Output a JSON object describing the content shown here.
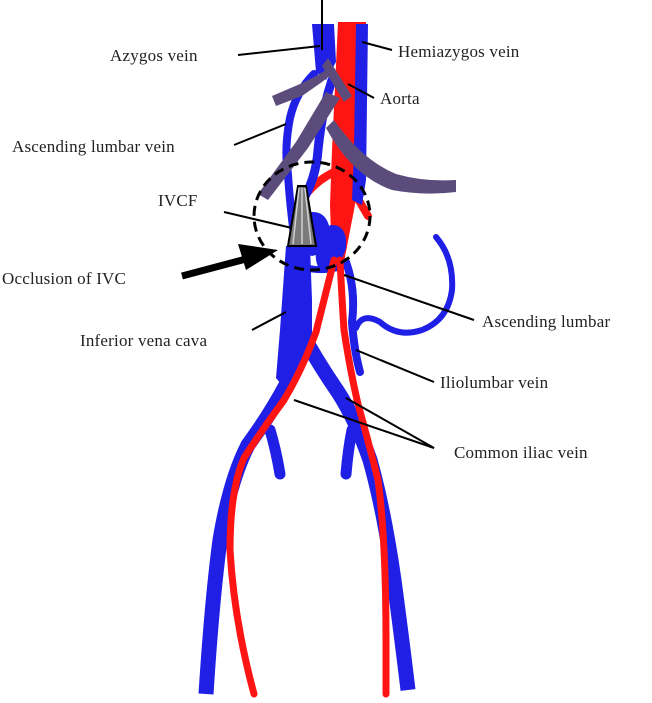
{
  "colors": {
    "vein": "#1f1fe6",
    "artery": "#ff1414",
    "lumbar_trunk": "#5c4c7c",
    "filter_fill": "#7a7a7a",
    "filter_outline": "#000000"
  },
  "labels": {
    "azygos_vein": "Azygos vein",
    "hemiazygos_vein": "Hemiazygos vein",
    "aorta": "Aorta",
    "ascending_lumbar_vein_left": "Ascending lumbar vein",
    "ivcf": "IVCF",
    "occlusion_of_ivc": "Occlusion of IVC",
    "ascending_lumbar_right": "Ascending lumbar",
    "inferior_vena_cava": "Inferior vena cava",
    "iliolumbar_vein": "Iliolumbar vein",
    "common_iliac_vein": "Common iliac vein"
  }
}
